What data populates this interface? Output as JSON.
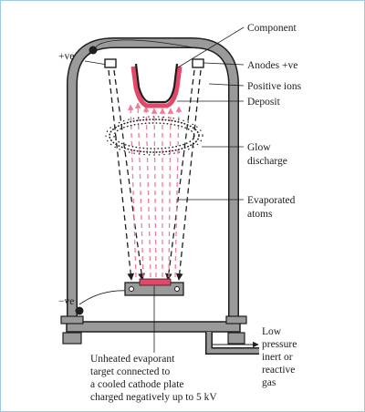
{
  "labels": {
    "positive_terminal": "+ve",
    "negative_terminal": "−ve",
    "component": "Component",
    "anodes": "Anodes +ve",
    "positive_ions": "Positive ions",
    "deposit": "Deposit",
    "glow_discharge": [
      "Glow",
      "discharge"
    ],
    "evaporated_atoms": [
      "Evaporated",
      "atoms"
    ],
    "gas_port": [
      "Low",
      "pressure",
      "inert or",
      "reactive",
      "gas"
    ],
    "target": [
      "Unheated evaporant",
      "target connected to",
      "a cooled cathode plate",
      "charged negatively up to 5 kV"
    ]
  },
  "colors": {
    "chamber_fill": "#9a9a9a",
    "chamber_outline": "#1f1f1f",
    "deposit": "#e3476a",
    "atoms": "#f07c95",
    "text": "#1c1c1c",
    "frame_border": "#9fc7e6"
  }
}
